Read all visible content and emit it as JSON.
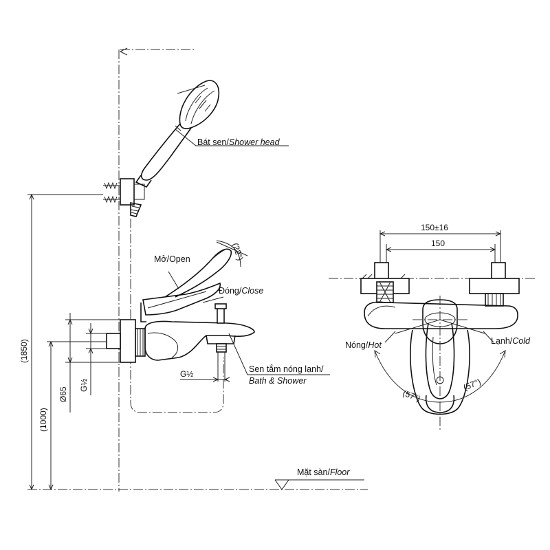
{
  "labels": {
    "shower_head_vi": "Bát sen/",
    "shower_head_en": "Shower head",
    "open": "Mở/Open",
    "open_angle": "(22°)",
    "close_vi": "Đóng/",
    "close_en": "Close",
    "bath_shower_vi": "Sen tắm nóng lạnh/",
    "bath_shower_en": "Bath & Shower",
    "floor_vi": "Mặt sàn/",
    "floor_en": "Floor",
    "hot_vi": "Nóng/",
    "hot_en": "Hot",
    "cold_vi": "Lạnh/",
    "cold_en": "Cold",
    "angle_left": "(57°)",
    "angle_right": "(57°)"
  },
  "dimensions": {
    "height_1850": "(1850)",
    "height_1000": "(1000)",
    "diameter_65": "Ø65",
    "thread_left": "G½",
    "thread_bottom": "G½",
    "spacing_outer": "150±16",
    "spacing_inner": "150"
  }
}
